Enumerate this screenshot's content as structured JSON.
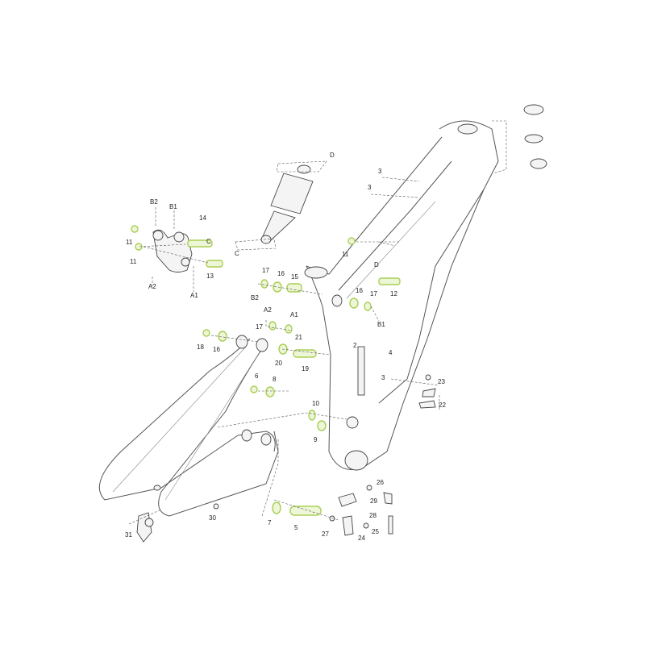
{
  "diagram": {
    "title": "Frame exploded view",
    "colors": {
      "highlight": "#a8cf55",
      "line": "#555555"
    },
    "labels": [
      "D",
      "3",
      "3",
      "B2",
      "B1",
      "14",
      "11",
      "C",
      "11",
      "A2",
      "13",
      "A1",
      "C",
      "11",
      "D",
      "17",
      "16",
      "15",
      "B2",
      "16",
      "17",
      "12",
      "B1",
      "A2",
      "A1",
      "17",
      "21",
      "18",
      "16",
      "20",
      "19",
      "2",
      "4",
      "3",
      "6",
      "8",
      "23",
      "22",
      "10",
      "9",
      "26",
      "29",
      "28",
      "7",
      "5",
      "27",
      "24",
      "25",
      "31",
      "30"
    ]
  }
}
